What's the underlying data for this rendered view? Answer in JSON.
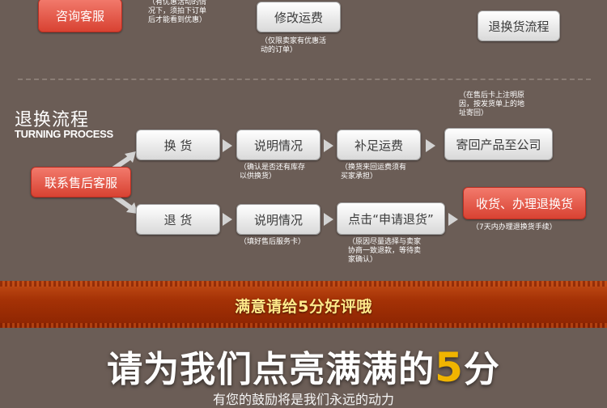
{
  "top": {
    "consult_button": "咨询客服",
    "consult_note": "（有优惠活动的情\n况下，须拍下订单\n后才能看到优惠）",
    "modify_shipping_button": "修改运费",
    "modify_shipping_note": "（仅限卖家有优惠活\n动的订单）",
    "return_flow_button": "退换货流程"
  },
  "section": {
    "title_cn": "退换流程",
    "title_en": "TURNING PROCESS"
  },
  "flow": {
    "contact_service": "联系售后客服",
    "exchange": {
      "label": "换 货",
      "explain": "说明情况",
      "explain_note": "（确认是否还有库存\n以供换货）",
      "supplement": "补足运费",
      "supplement_note": "（换货来回运费须有\n买家承担）",
      "send_back": "寄回产品至公司",
      "send_back_note": "（在售后卡上注明原\n因，按发货单上的地\n址寄回）"
    },
    "return": {
      "label": "退 货",
      "explain": "说明情况",
      "explain_note": "（填好售后服务卡）",
      "apply": "点击“申请退货”",
      "apply_note": "（原因尽量选择与卖家\n协商一致退款，等待卖\n家确认）",
      "receive": "收货、办理退换货",
      "receive_note": "（7天内办理退换货手续）"
    }
  },
  "banner": {
    "text": "满意请给5分好评哦"
  },
  "footer": {
    "title_prefix": "请为我们点亮满满的",
    "title_number": "5",
    "title_suffix": "分",
    "subtitle": "有您的鼓励将是我们永远的动力"
  },
  "colors": {
    "background": "#6b5d56",
    "red_button": "#e05a4a",
    "banner": "#a53206",
    "highlight": "#f0b400"
  }
}
